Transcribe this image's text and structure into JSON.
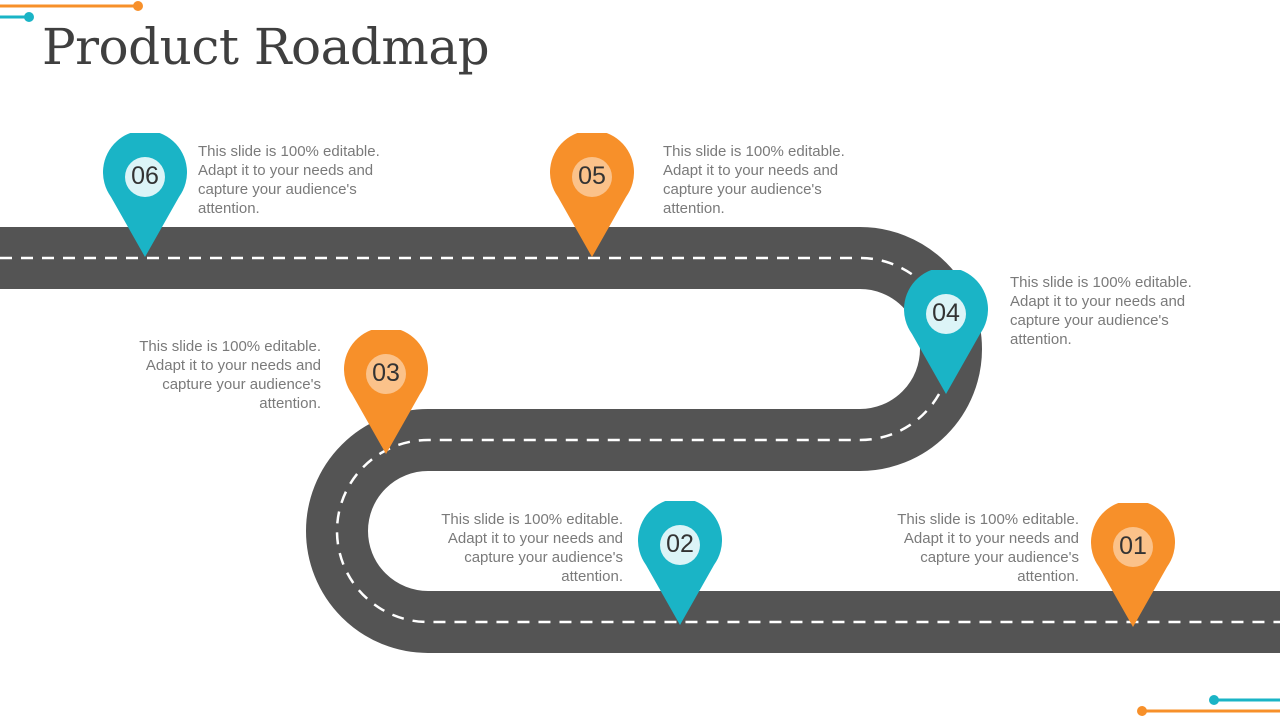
{
  "title": "Product Roadmap",
  "colors": {
    "teal": "#1ab4c6",
    "orange": "#f7902a",
    "road": "#545454",
    "text": "#7a7a7a"
  },
  "milestones": [
    {
      "num": "01",
      "color": "orange",
      "text": "This slide is 100% editable. Adapt it to your needs and capture your audience's attention."
    },
    {
      "num": "02",
      "color": "teal",
      "text": "This slide is 100% editable. Adapt it to your needs and capture your audience's attention."
    },
    {
      "num": "03",
      "color": "orange",
      "text": "This slide is 100% editable. Adapt it to your needs and capture your audience's attention."
    },
    {
      "num": "04",
      "color": "teal",
      "text": "This slide is 100% editable. Adapt it to your needs and capture your audience's attention."
    },
    {
      "num": "05",
      "color": "orange",
      "text": "This slide is 100% editable. Adapt it to your needs and capture your audience's attention."
    },
    {
      "num": "06",
      "color": "teal",
      "text": "This slide is 100% editable. Adapt it to your needs and capture your audience's attention."
    }
  ]
}
